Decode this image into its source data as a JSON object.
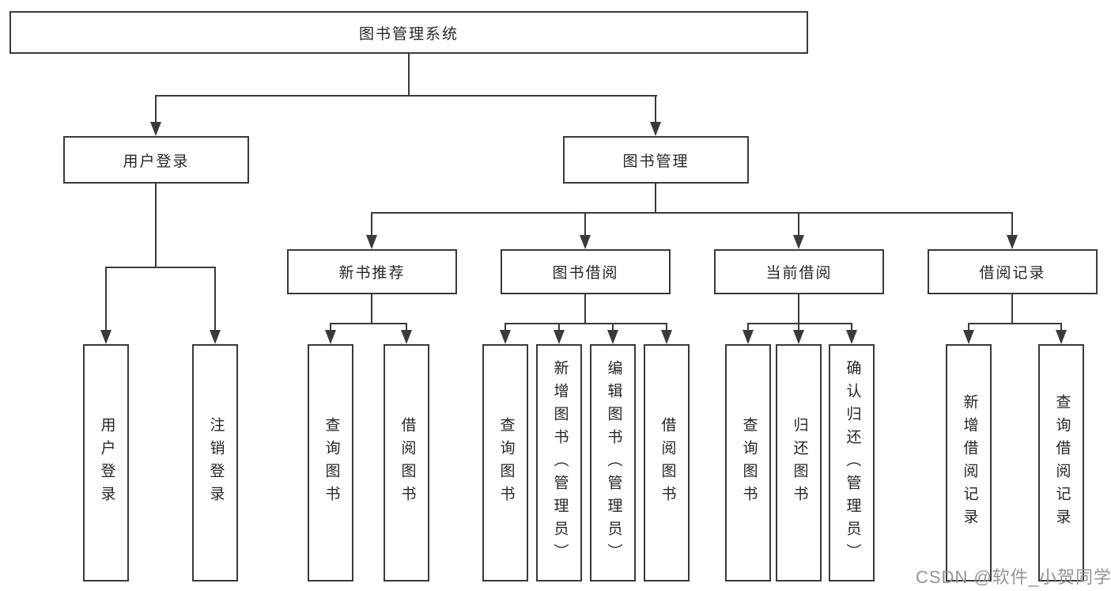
{
  "palette": {
    "background": "#ffffff",
    "line": "#3a3a3a",
    "box_border": "#3a3a3a",
    "text": "#262626",
    "watermark": "#949494"
  },
  "tree": {
    "root": {
      "label": "图书管理系统"
    },
    "branches": [
      {
        "label": "用户登录",
        "children": [
          {
            "label": "用户登录"
          },
          {
            "label": "注销登录"
          }
        ]
      },
      {
        "label": "图书管理",
        "sections": [
          {
            "label": "新书推荐",
            "children": [
              {
                "label": "查询图书"
              },
              {
                "label": "借阅图书"
              }
            ]
          },
          {
            "label": "图书借阅",
            "children": [
              {
                "label": "查询图书"
              },
              {
                "label": "新增图书（管理员）"
              },
              {
                "label": "编辑图书（管理员）"
              },
              {
                "label": "借阅图书"
              }
            ]
          },
          {
            "label": "当前借阅",
            "children": [
              {
                "label": "查询图书"
              },
              {
                "label": "归还图书"
              },
              {
                "label": "确认归还（管理员）"
              }
            ]
          },
          {
            "label": "借阅记录",
            "children": [
              {
                "label": "新增借阅记录"
              },
              {
                "label": "查询借阅记录"
              }
            ]
          }
        ]
      }
    ]
  },
  "watermark": {
    "text": "CSDN @软件_小贺同学"
  }
}
